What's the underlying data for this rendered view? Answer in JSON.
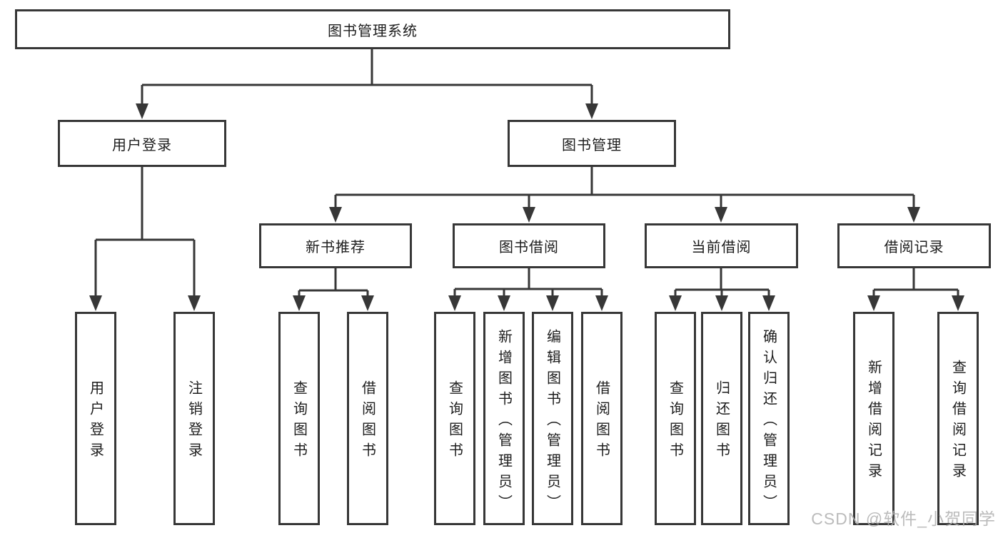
{
  "colors": {
    "line": "#373737",
    "text": "#1d1d1d",
    "background": "#ffffff",
    "watermark": "#b0b0b0"
  },
  "watermark": {
    "text": "CSDN @软件_小贺同学"
  },
  "tree": {
    "label": "图书管理系统",
    "children": [
      {
        "label": "用户登录",
        "children": [
          {
            "label": "用户登录"
          },
          {
            "label": "注销登录"
          }
        ]
      },
      {
        "label": "图书管理",
        "children": [
          {
            "label": "新书推荐",
            "children": [
              {
                "label": "查询图书"
              },
              {
                "label": "借阅图书"
              }
            ]
          },
          {
            "label": "图书借阅",
            "children": [
              {
                "label": "查询图书"
              },
              {
                "label": "新增图书（管理员）"
              },
              {
                "label": "编辑图书（管理员）"
              },
              {
                "label": "借阅图书"
              }
            ]
          },
          {
            "label": "当前借阅",
            "children": [
              {
                "label": "查询图书"
              },
              {
                "label": "归还图书"
              },
              {
                "label": "确认归还（管理员）"
              }
            ]
          },
          {
            "label": "借阅记录",
            "children": [
              {
                "label": "新增借阅记录"
              },
              {
                "label": "查询借阅记录"
              }
            ]
          }
        ]
      }
    ]
  }
}
